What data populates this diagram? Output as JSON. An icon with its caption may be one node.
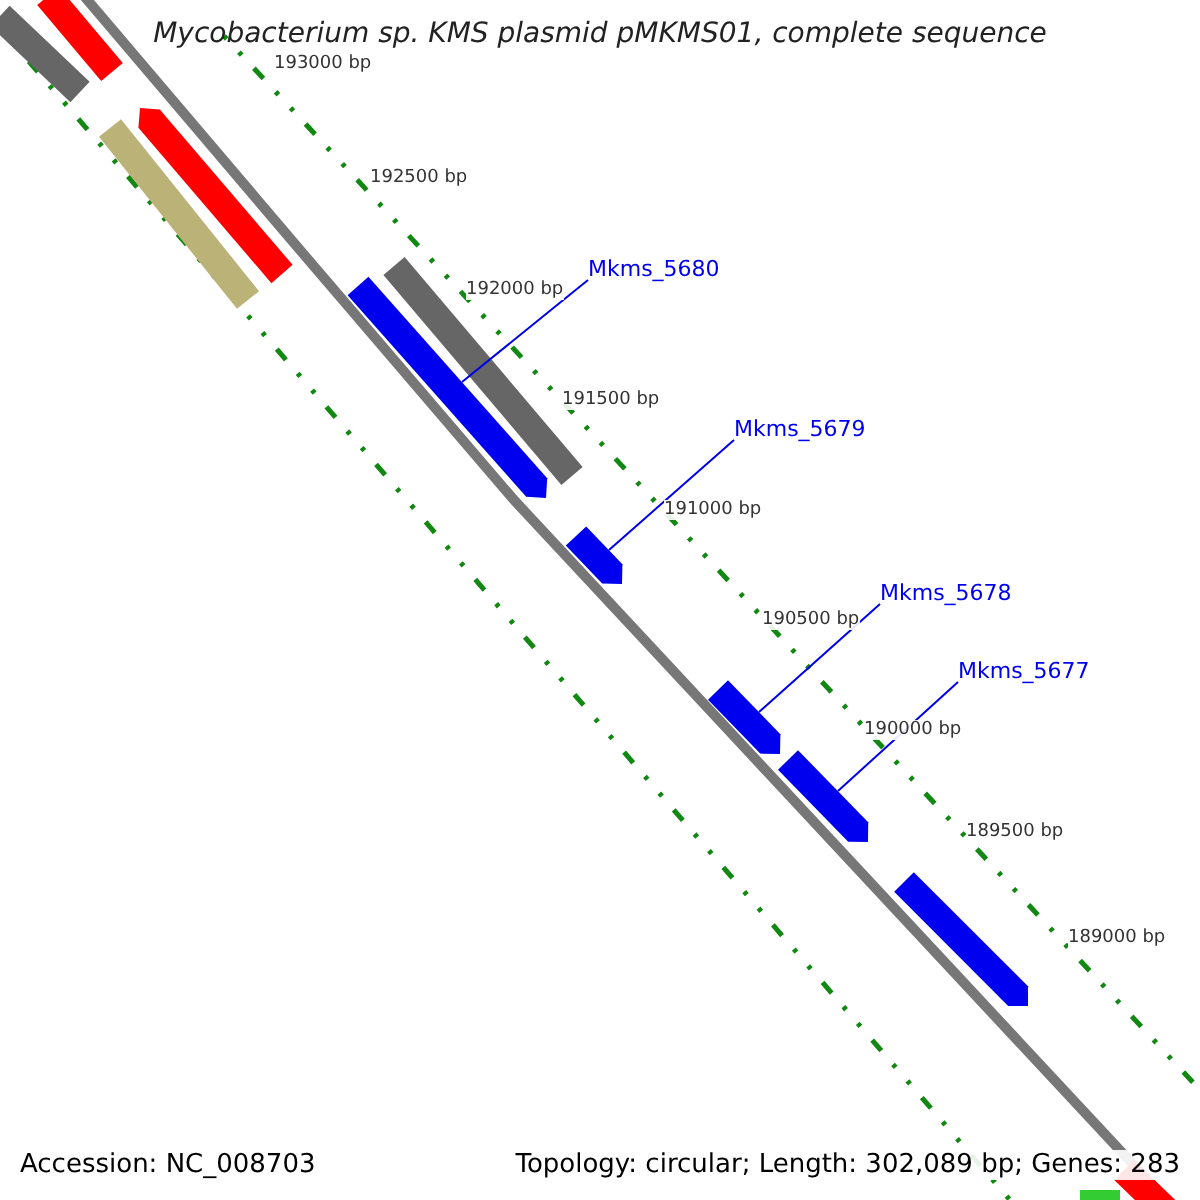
{
  "diagram": {
    "title": "Mycobacterium sp. KMS plasmid pMKMS01, complete sequence",
    "nodes": [
      {
        "text": [
          "Mkms_5680"
        ]
      },
      {
        "text": [],
        "shape": "bar"
      },
      {
        "text": [
          "Mkms_5679"
        ]
      },
      {
        "text": [],
        "shape": "bar"
      },
      {
        "text": [
          "Mkms_5678"
        ]
      },
      {
        "text": [],
        "shape": "bar"
      },
      {
        "text": [
          "Mkms_5677"
        ]
      },
      {
        "text": [],
        "shape": "bar"
      }
    ],
    "edges": [
      {
        "from": 0,
        "to": 1,
        "arrow": "none"
      },
      {
        "from": 2,
        "to": 3,
        "arrow": "none"
      },
      {
        "from": 4,
        "to": 5,
        "arrow": "none"
      },
      {
        "from": 6,
        "to": 7,
        "arrow": "none"
      }
    ],
    "labels": [
      "193000 bp",
      "192500 bp",
      "192000 bp",
      "191500 bp",
      "191000 bp",
      "190500 bp",
      "190000 bp",
      "189500 bp",
      "189000 bp",
      "Accession: NC_008703",
      "Topology: circular; Length: 302,089 bp; Genes: 283"
    ]
  }
}
